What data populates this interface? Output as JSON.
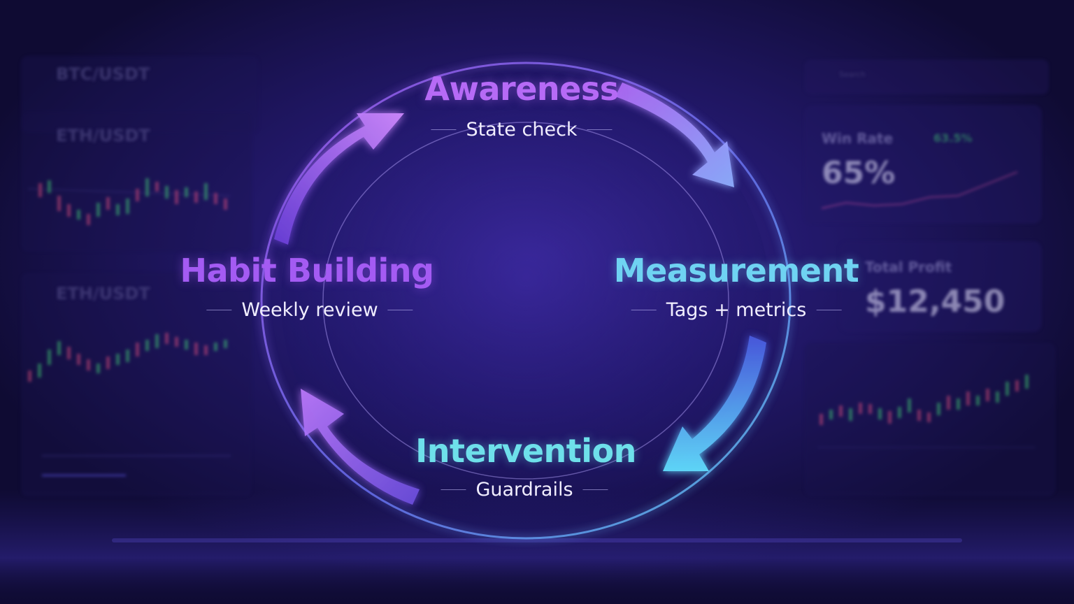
{
  "background_dashboard": {
    "pairs": [
      "BTC/USDT",
      "ETH/USDT",
      "ETH/USDT"
    ],
    "search_label": "Search",
    "win_rate": {
      "label": "Win Rate",
      "value": "65%",
      "small_value": "63.5%"
    },
    "total_profit": {
      "label": "Total Profit",
      "value": "$12,450"
    }
  },
  "cycle": {
    "stages": [
      {
        "id": "awareness",
        "title": "Awareness",
        "subtitle": "State check"
      },
      {
        "id": "measurement",
        "title": "Measurement",
        "subtitle": "Tags + metrics"
      },
      {
        "id": "intervention",
        "title": "Intervention",
        "subtitle": "Guardrails"
      },
      {
        "id": "habit",
        "title": "Habit Building",
        "subtitle": "Weekly review"
      }
    ]
  },
  "colors": {
    "background": "#120d3a",
    "purple": "#b66af6",
    "cyan": "#6fd3f2",
    "ring": "#7b7cf2"
  }
}
